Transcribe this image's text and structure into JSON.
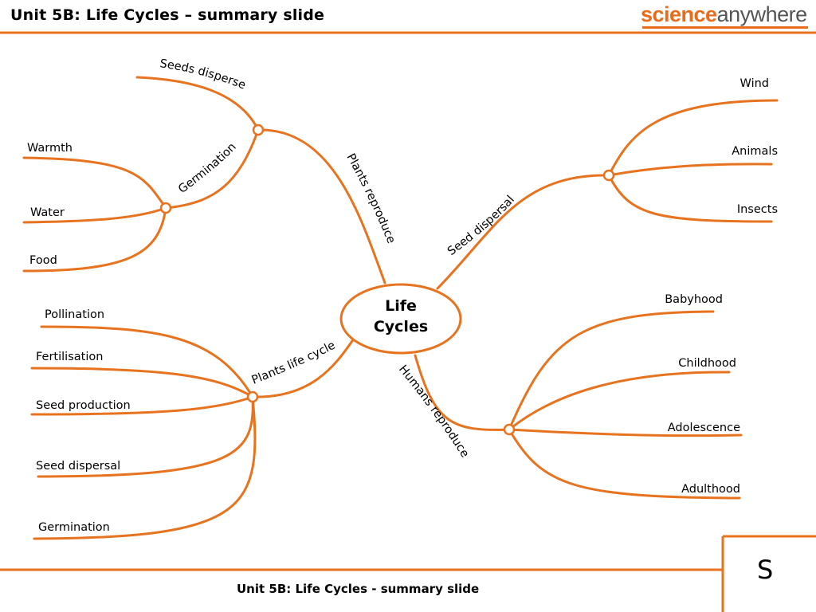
{
  "header": {
    "title": "Unit 5B: Life Cycles – summary slide"
  },
  "logo": {
    "part1": "science",
    "part2": "anywhere"
  },
  "footer": {
    "text": "Unit 5B: Life Cycles - summary slide",
    "corner_letter": "S"
  },
  "colors": {
    "accent": "#e8731f"
  },
  "mindmap": {
    "center": {
      "line1": "Life",
      "line2": "Cycles"
    },
    "branches": {
      "plants_reproduce": "Plants reproduce",
      "germination": "Germination",
      "seeds_disperse": "Seeds disperse",
      "seed_dispersal": "Seed dispersal",
      "plants_life_cycle": "Plants life cycle",
      "humans_reproduce": "Humans reproduce"
    },
    "germination_leaves": [
      "Warmth",
      "Water",
      "Food"
    ],
    "dispersal_leaves": [
      "Wind",
      "Animals",
      "Insects"
    ],
    "life_cycle_leaves": [
      "Pollination",
      "Fertilisation",
      "Seed production",
      "Seed dispersal",
      "Germination"
    ],
    "human_leaves": [
      "Babyhood",
      "Childhood",
      "Adolescence",
      "Adulthood"
    ]
  }
}
